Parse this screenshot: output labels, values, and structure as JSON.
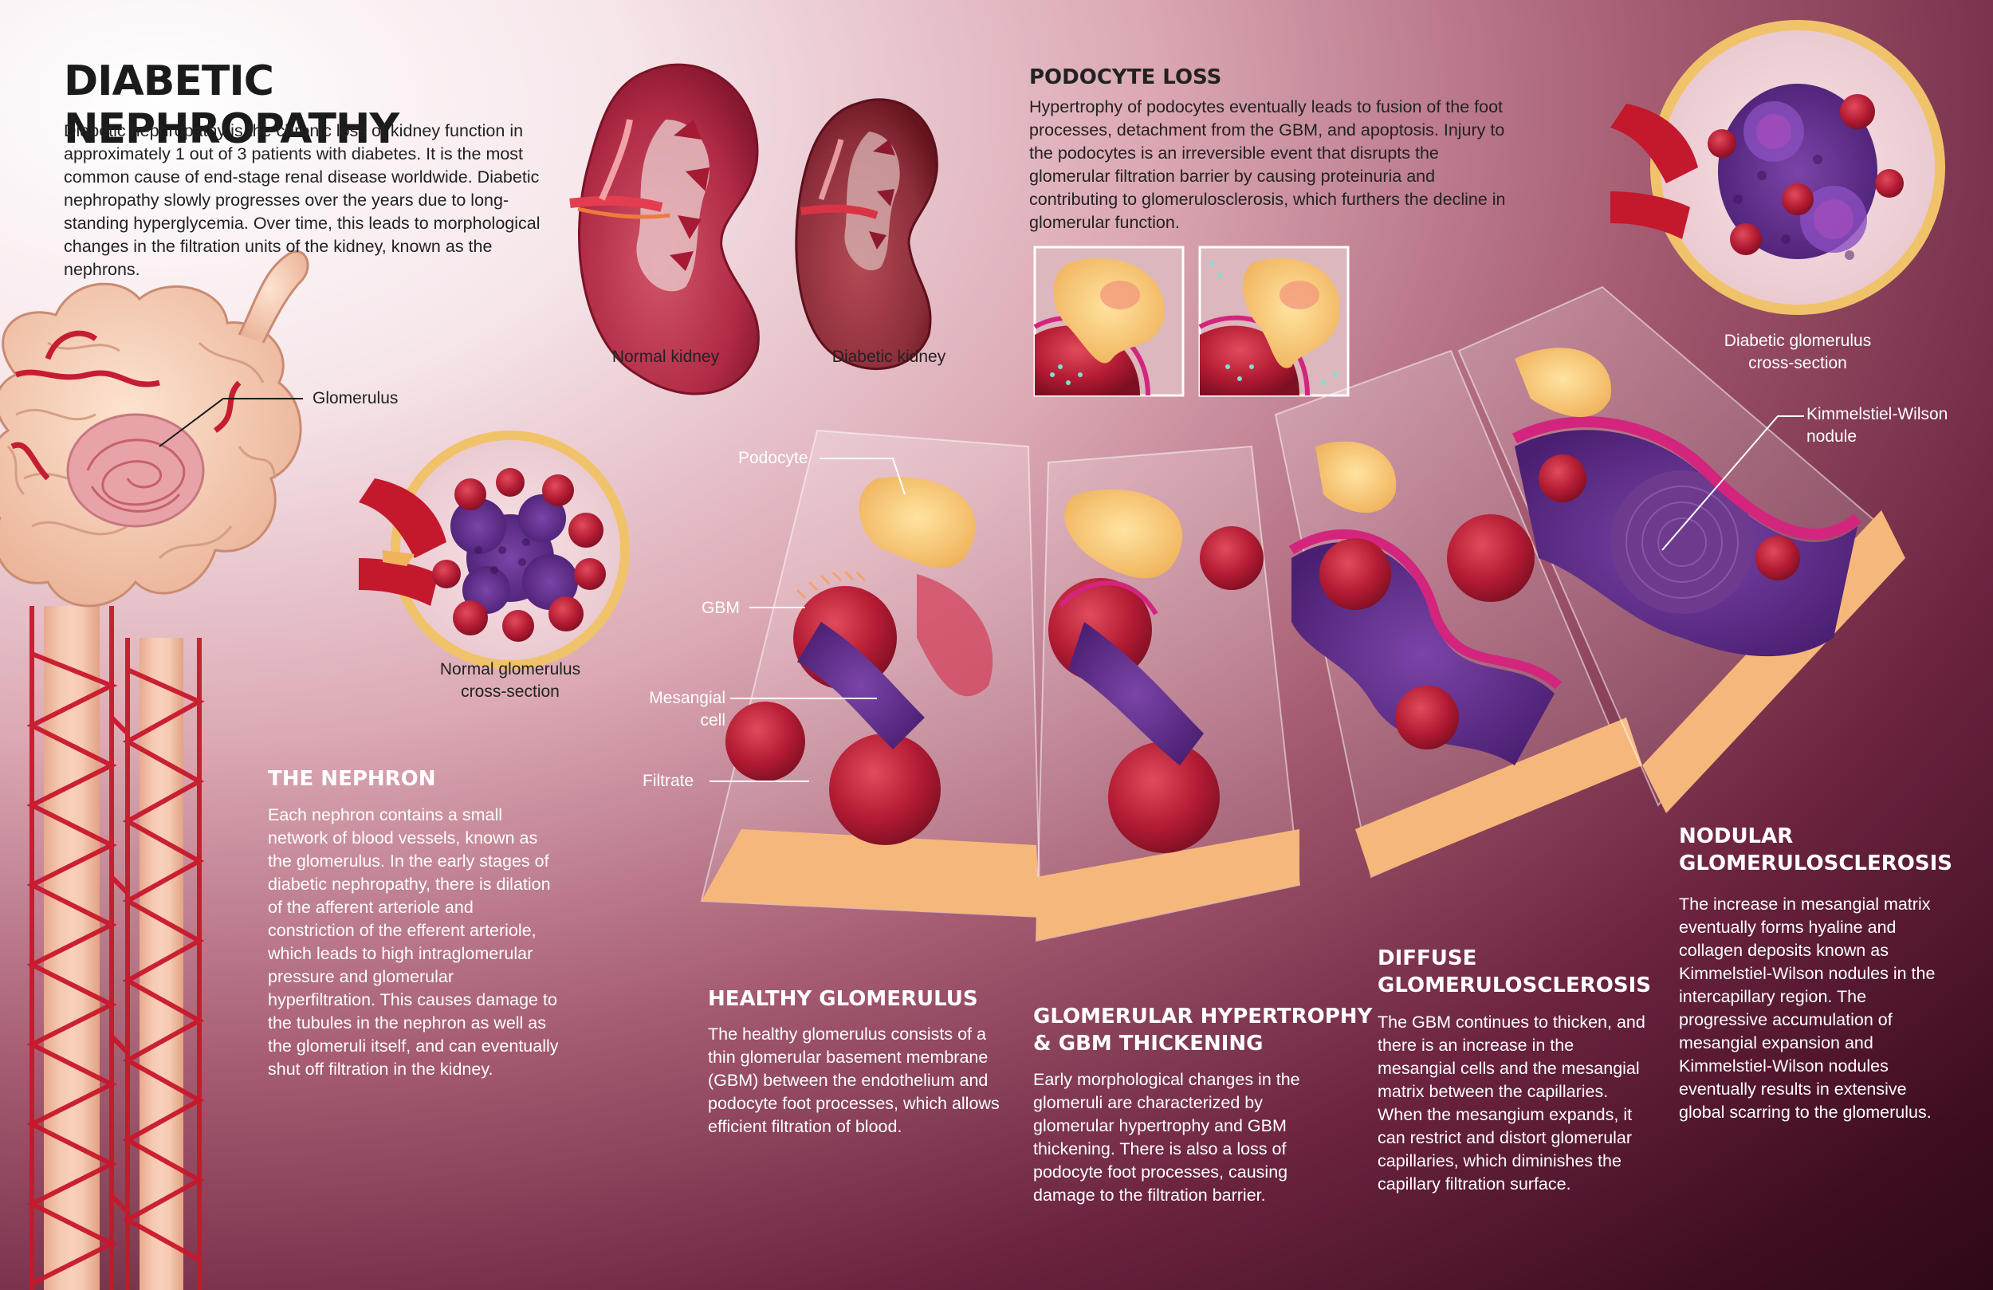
{
  "title": "DIABETIC NEPHROPATHY",
  "intro": "Diabetic nephropathy is the chronic loss of kidney function in approximately 1 out of 3 patients with diabetes. It is the most common cause of end-stage renal disease worldwide. Diabetic nephropathy slowly progresses over the years due to long-standing hyperglycemia. Over time, this leads to morphological changes in the filtration units of the kidney, known as the nephrons.",
  "kidneys": {
    "normal_label": "Normal kidney",
    "diabetic_label": "Diabetic kidney"
  },
  "podocyte_loss": {
    "heading": "PODOCYTE LOSS",
    "text": "Hypertrophy of podocytes eventually leads to fusion of the foot processes, detachment from the GBM, and apoptosis. Injury to the podocytes is an irreversible event that disrupts the glomerular filtration barrier by causing proteinuria and contributing to glomerulosclerosis, which furthers the decline in glomerular function."
  },
  "labels": {
    "glomerulus": "Glomerulus",
    "normal_glomerulus_1": "Normal glomerulus",
    "normal_glomerulus_2": "cross-section",
    "diabetic_glomerulus_1": "Diabetic glomerulus",
    "diabetic_glomerulus_2": "cross-section",
    "kw_nodule_1": "Kimmelstiel-Wilson",
    "kw_nodule_2": "nodule",
    "podocyte": "Podocyte",
    "gbm": "GBM",
    "mesangial_1": "Mesangial",
    "mesangial_2": "cell",
    "filtrate": "Filtrate"
  },
  "nephron": {
    "heading": "THE NEPHRON",
    "text": "Each nephron contains a small network of blood vessels, known as the glomerulus. In the early stages of diabetic nephropathy, there is dilation of the afferent arteriole and constriction of the efferent arteriole, which leads to high intraglomerular pressure and glomerular hyperfiltration. This causes damage to the tubules in the nephron as well as the glomeruli itself, and can eventually shut off filtration in the kidney."
  },
  "stages": [
    {
      "heading": "HEALTHY GLOMERULUS",
      "text": "The healthy glomerulus consists of a thin glomerular basement membrane (GBM) between the endothelium and podocyte foot processes, which allows efficient filtration of blood."
    },
    {
      "heading_1": "GLOMERULAR HYPERTROPHY",
      "heading_2": "& GBM THICKENING",
      "text": "Early morphological changes in the glomeruli are characterized by glomerular hypertrophy and GBM thickening. There is also a loss of podocyte foot processes, causing damage to the filtration barrier."
    },
    {
      "heading_1": "DIFFUSE",
      "heading_2": "GLOMERULOSCLEROSIS",
      "text": "The GBM continues to thicken, and there is an increase in the mesangial cells and the mesangial matrix between the capillaries. When the mesangium expands, it can restrict and distort glomerular capillaries, which diminishes the capillary filtration surface."
    },
    {
      "heading_1": "NODULAR",
      "heading_2": "GLOMERULOSCLEROSIS",
      "text": "The increase in mesangial matrix eventually forms hyaline and collagen deposits known as Kimmelstiel-Wilson nodules in the intercapillary region. The progressive accumulation of mesangial expansion and Kimmelstiel-Wilson nodules eventually results in extensive global scarring to the glomerulus."
    }
  ],
  "colors": {
    "blood_red": "#b0182c",
    "podocyte_yellow": "#f6c06a",
    "mesangial_purple": "#5b2a86",
    "gbm_magenta": "#d3257e",
    "tissue_pink": "#f2c7b0"
  }
}
